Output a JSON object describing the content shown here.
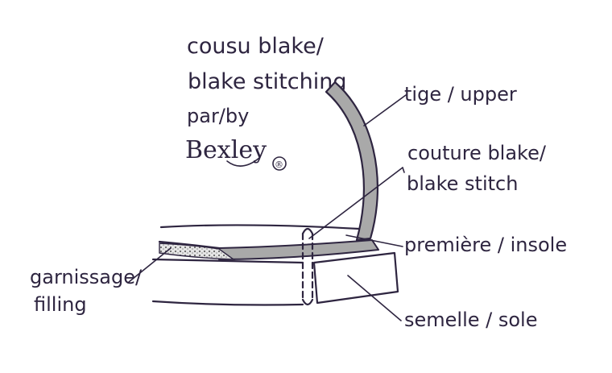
{
  "title": {
    "line1": "cousu blake/",
    "line2": "blake stitching",
    "line3": "par/by"
  },
  "brand": {
    "name": "Bexley",
    "mark": "®"
  },
  "labels": {
    "upper": "tige / upper",
    "stitch_line1": "couture blake/",
    "stitch_line2": "blake stitch",
    "insole": "première / insole",
    "filling_line1": "garnissage/",
    "filling_line2": "filling",
    "sole": "semelle / sole"
  },
  "colors": {
    "ink": "#2e2540",
    "leather": "#a9a9a9",
    "filling": "#cfcfcf",
    "background": "#ffffff"
  }
}
